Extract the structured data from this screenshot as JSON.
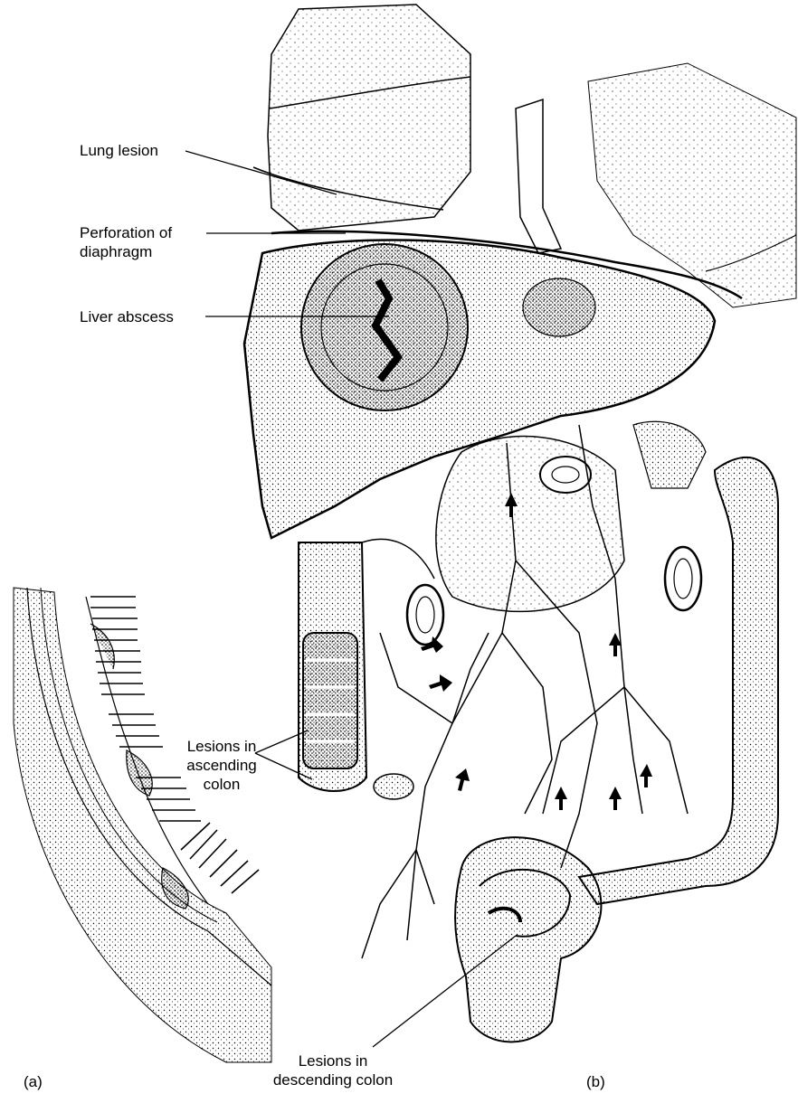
{
  "labels": {
    "lung_lesion": "Lung lesion",
    "perforation_line1": "Perforation of",
    "perforation_line2": "diaphragm",
    "liver_abscess": "Liver abscess",
    "ascending_line1": "Lesions in",
    "ascending_line2": "ascending",
    "ascending_line3": "colon",
    "descending_line1": "Lesions in",
    "descending_line2": "descending colon"
  },
  "panels": {
    "a": "(a)",
    "b": "(b)"
  }
}
